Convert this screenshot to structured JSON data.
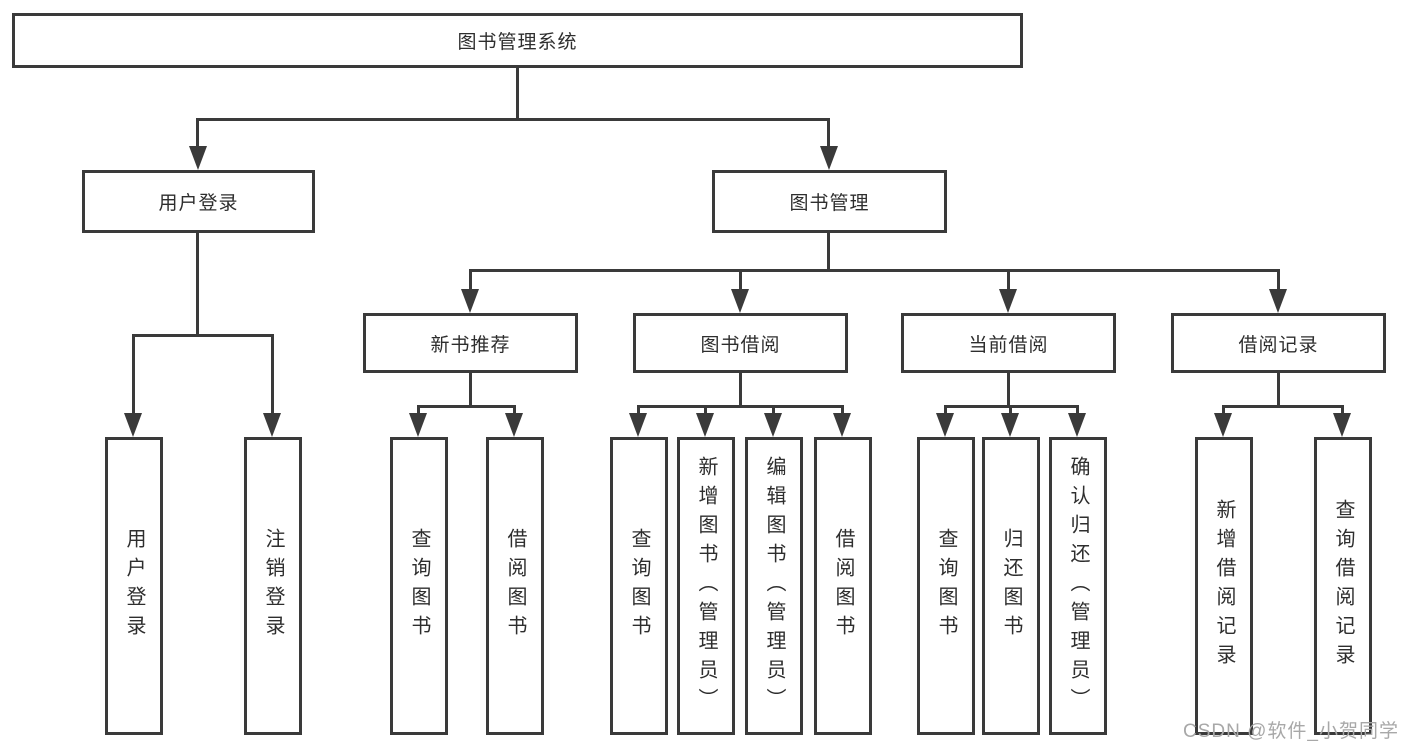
{
  "diagram": {
    "title_node": {
      "label": "图书管理系统"
    },
    "branches": [
      {
        "label": "用户登录",
        "children": [
          {
            "label": "用户登录"
          },
          {
            "label": "注销登录"
          }
        ]
      },
      {
        "label": "图书管理",
        "children": [
          {
            "label": "新书推荐",
            "children": [
              {
                "label": "查询图书"
              },
              {
                "label": "借阅图书"
              }
            ]
          },
          {
            "label": "图书借阅",
            "children": [
              {
                "label": "查询图书"
              },
              {
                "label": "新增图书（管理员）"
              },
              {
                "label": "编辑图书（管理员）"
              },
              {
                "label": "借阅图书"
              }
            ]
          },
          {
            "label": "当前借阅",
            "children": [
              {
                "label": "查询图书"
              },
              {
                "label": "归还图书"
              },
              {
                "label": "确认归还（管理员）"
              }
            ]
          },
          {
            "label": "借阅记录",
            "children": [
              {
                "label": "新增借阅记录"
              },
              {
                "label": "查询借阅记录"
              }
            ]
          }
        ]
      }
    ],
    "watermark": "CSDN @软件_小贺同学",
    "colors": {
      "line": "#3a3a3a",
      "text": "#2e2e2e",
      "watermark": "#a8a8a8",
      "background": "#ffffff"
    }
  }
}
